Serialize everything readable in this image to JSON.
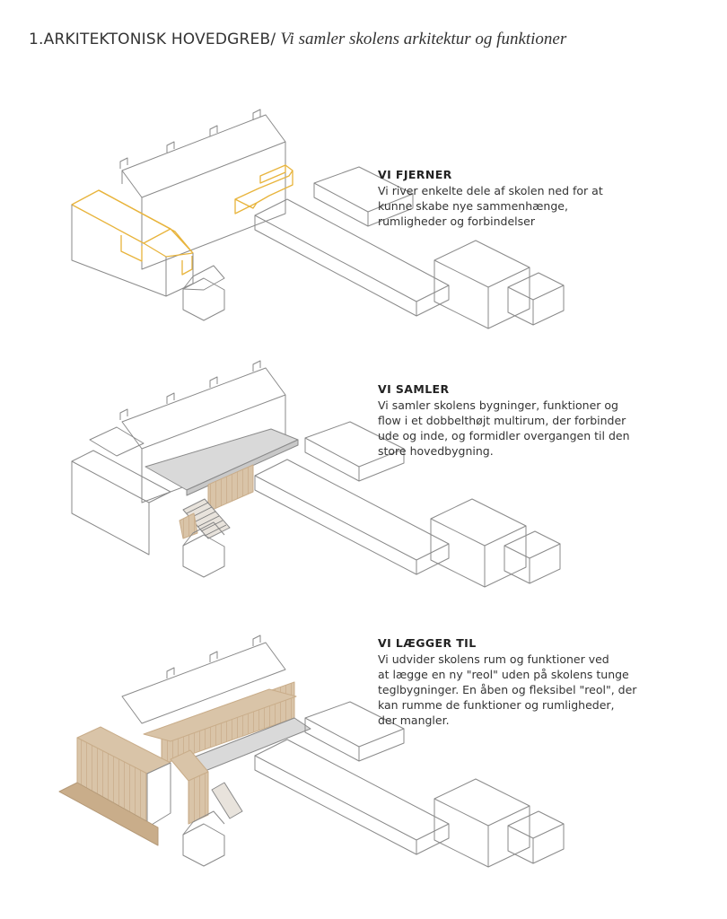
{
  "header": {
    "main": "1.ARKITEKTONISK HOVEDGREB/",
    "sub": "Vi samler skolens arkitektur og funktioner"
  },
  "colors": {
    "line": "#8a8a8a",
    "highlight": "#e8b43c",
    "gray_surface": "#d9d9d9",
    "wood": "#d9c4a8",
    "wood_dark": "#c9ad8a"
  },
  "steps": [
    {
      "title": "VI FJERNER",
      "body": "Vi river enkelte dele af skolen ned for at\nkunne skabe nye sammenhænge,\nrumligheder og forbindelser"
    },
    {
      "title": "VI SAMLER",
      "body": "Vi samler skolens bygninger, funktioner og\nflow i et dobbelthøjt multirum, der forbinder\nude og inde, og formidler overgangen til den\nstore hovedbygning."
    },
    {
      "title": "VI LÆGGER TIL",
      "body": "Vi udvider skolens rum og funktioner ved\nat lægge en ny \"reol\" uden på skolens tunge\nteglbygninger. En åben og fleksibel \"reol\", der\nkan rumme de funktioner og rumligheder,\nder mangler."
    }
  ]
}
